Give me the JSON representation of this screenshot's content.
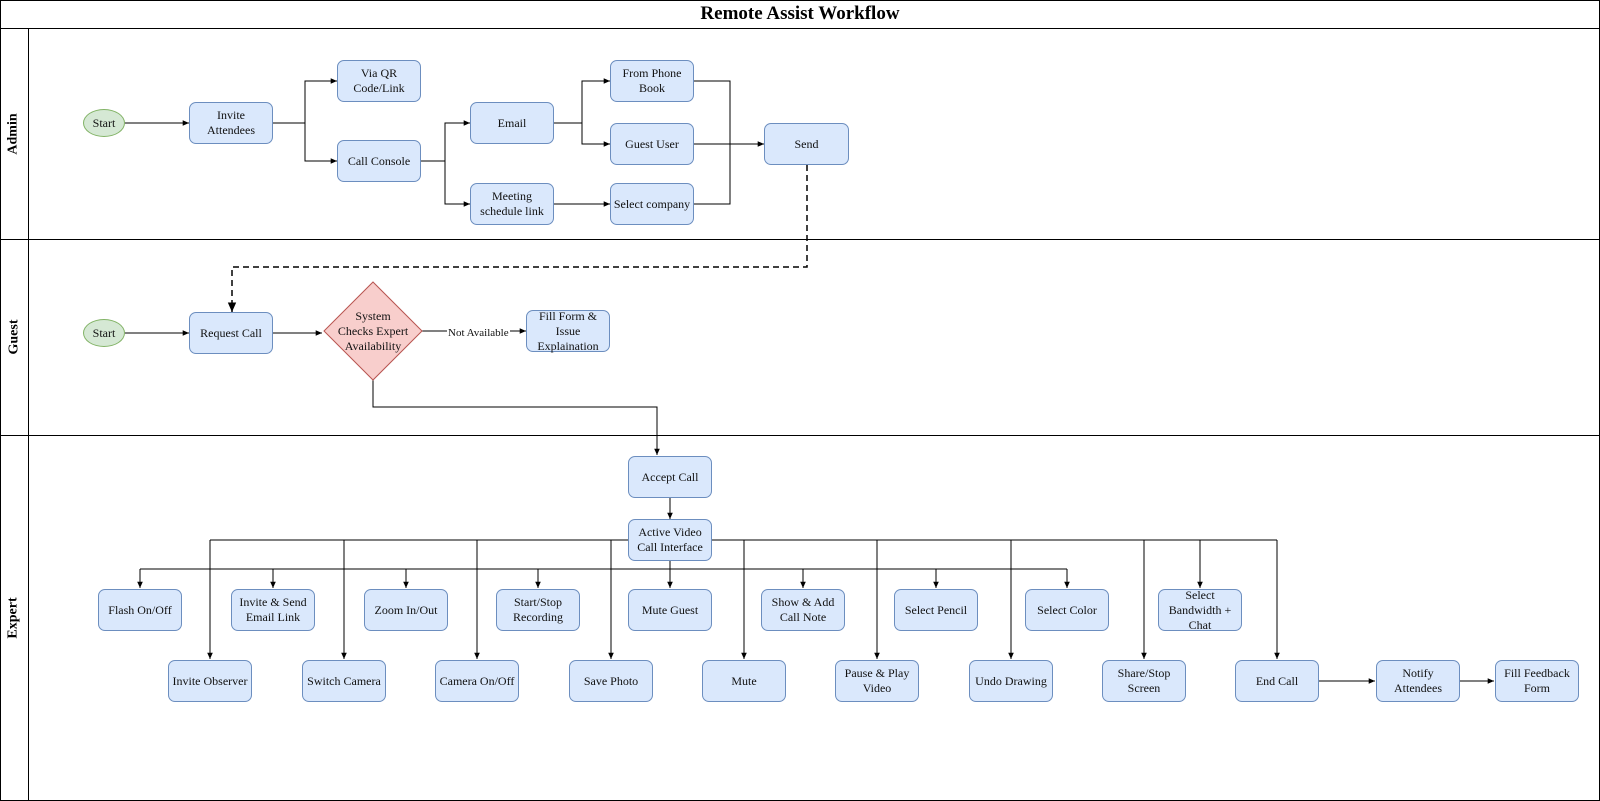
{
  "title": "Remote Assist Workflow",
  "lanes": {
    "admin": "Admin",
    "guest": "Guest",
    "expert": "Expert"
  },
  "admin": {
    "start": "Start",
    "invite_attendees": "Invite Attendees",
    "via_qr": "Via QR\nCode/Link",
    "call_console": "Call Console",
    "email": "Email",
    "meeting_link": "Meeting\nschedule link",
    "phone_book": "From Phone\nBook",
    "guest_user": "Guest User",
    "select_company": "Select company",
    "send": "Send"
  },
  "guest": {
    "start": "Start",
    "request_call": "Request Call",
    "system_check": "System\nChecks Expert\nAvailability",
    "not_available": "Not Available",
    "fill_form": "Fill Form &\nIssue\nExplaination"
  },
  "expert": {
    "accept_call": "Accept Call",
    "active_video": "Active Video\nCall Interface",
    "flash": "Flash On/Off",
    "invite_send_email": "Invite & Send\nEmail Link",
    "zoom": "Zoom In/Out",
    "recording": "Start/Stop\nRecording",
    "mute_guest": "Mute Guest",
    "call_note": "Show & Add\nCall Note",
    "select_pencil": "Select Pencil",
    "select_color": "Select Color",
    "bandwidth_chat": "Select\nBandwidth +\nChat",
    "invite_observer": "Invite Observer",
    "switch_camera": "Switch Camera",
    "camera_onoff": "Camera On/Off",
    "save_photo": "Save Photo",
    "mute": "Mute",
    "pause_play": "Pause & Play\nVideo",
    "undo_drawing": "Undo Drawing",
    "share_screen": "Share/Stop\nScreen",
    "end_call": "End Call",
    "notify_attendees": "Notify\nAttendees",
    "feedback_form": "Fill Feedback\nForm"
  },
  "colors": {
    "process_fill": "#dae8fc",
    "process_stroke": "#6c8ebf",
    "start_fill": "#d5e8d4",
    "start_stroke": "#82b366",
    "decision_fill": "#f8cecc",
    "decision_stroke": "#b85450"
  }
}
